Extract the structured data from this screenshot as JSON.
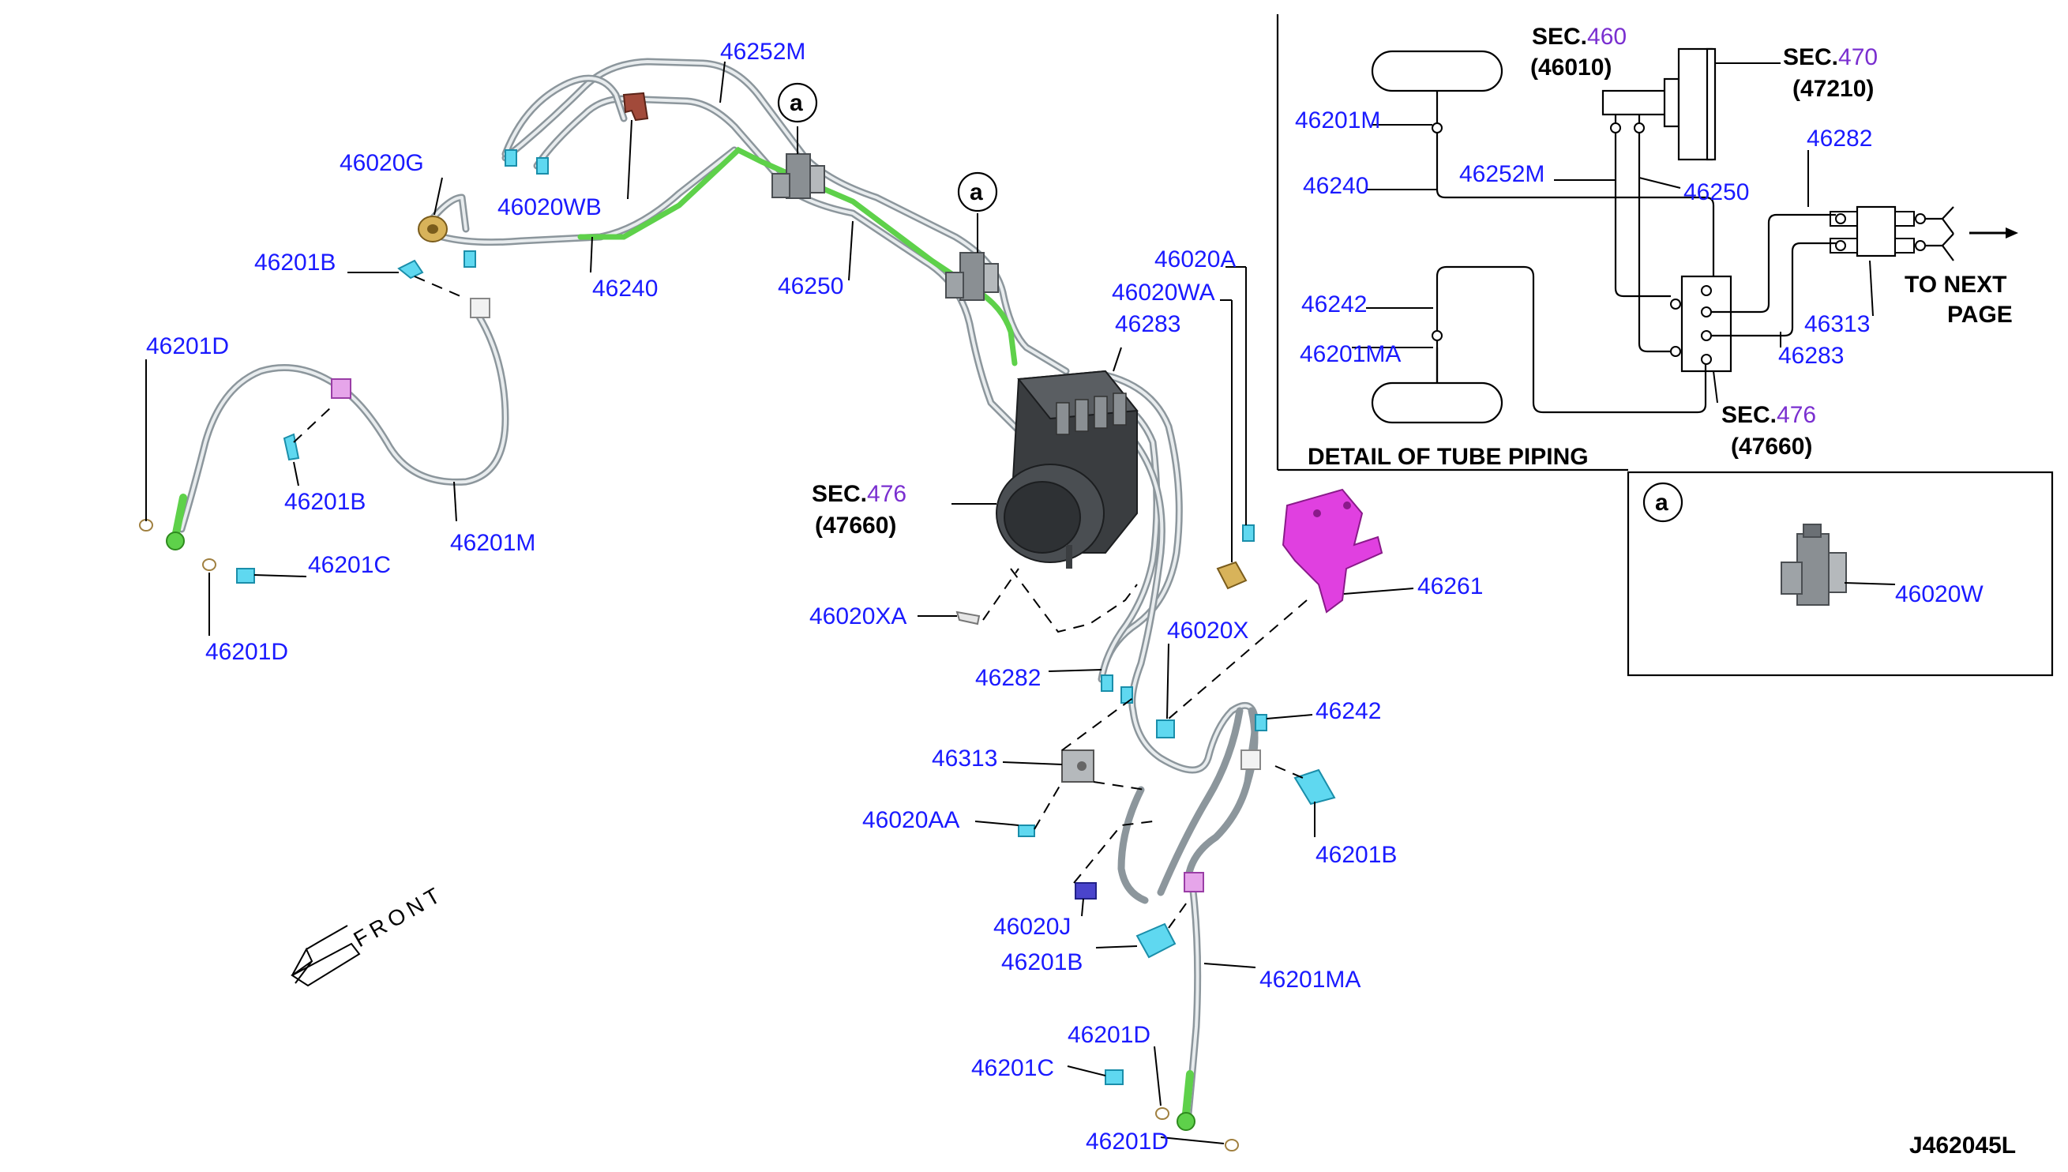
{
  "labels": {
    "p46252M": "46252M",
    "p46020G": "46020G",
    "p46020WB": "46020WB",
    "p46201B_a": "46201B",
    "p46240": "46240",
    "p46250": "46250",
    "p46201D_a": "46201D",
    "p46201B_b": "46201B",
    "p46201M": "46201M",
    "p46201C_a": "46201C",
    "p46201D_b": "46201D",
    "p46020A": "46020A",
    "p46020WA": "46020WA",
    "p46283": "46283",
    "sec476_prefix": "SEC.",
    "sec476_num": "476",
    "sec476_code": "(47660)",
    "p46020XA": "46020XA",
    "p46261": "46261",
    "p46020X": "46020X",
    "p46282": "46282",
    "p46242": "46242",
    "p46313": "46313",
    "p46020AA": "46020AA",
    "p46201B_c": "46201B",
    "p46020J": "46020J",
    "p46201B_d": "46201B",
    "p46201MA": "46201MA",
    "p46201D_c": "46201D",
    "p46201C_b": "46201C",
    "p46201D_d": "46201D",
    "front": "FRONT",
    "callout_a": "a",
    "drawing_id": "J462045L"
  },
  "detail": {
    "title": "DETAIL OF TUBE PIPING",
    "sec460_prefix": "SEC.",
    "sec460_num": "460",
    "sec460_code": "(46010)",
    "sec470_prefix": "SEC.",
    "sec470_num": "470",
    "sec470_code": "(47210)",
    "sec476_prefix": "SEC.",
    "sec476_num": "476",
    "sec476_code": "(47660)",
    "p46201M": "46201M",
    "p46240": "46240",
    "p46252M": "46252M",
    "p46250": "46250",
    "p46282": "46282",
    "p46242": "46242",
    "p46201MA": "46201MA",
    "p46313": "46313",
    "p46283": "46283",
    "to_next_1": "TO NEXT",
    "to_next_2": "PAGE"
  },
  "inset_a": {
    "callout": "a",
    "part": "46020W"
  },
  "colors": {
    "label_blue": "#1a1aff",
    "section_purple": "#7a2fd0",
    "tube_grey": "#8c969c",
    "green_tube": "#5ed14a",
    "bracket_magenta": "#e040e0",
    "clip_cyan": "#5fd8f0"
  }
}
